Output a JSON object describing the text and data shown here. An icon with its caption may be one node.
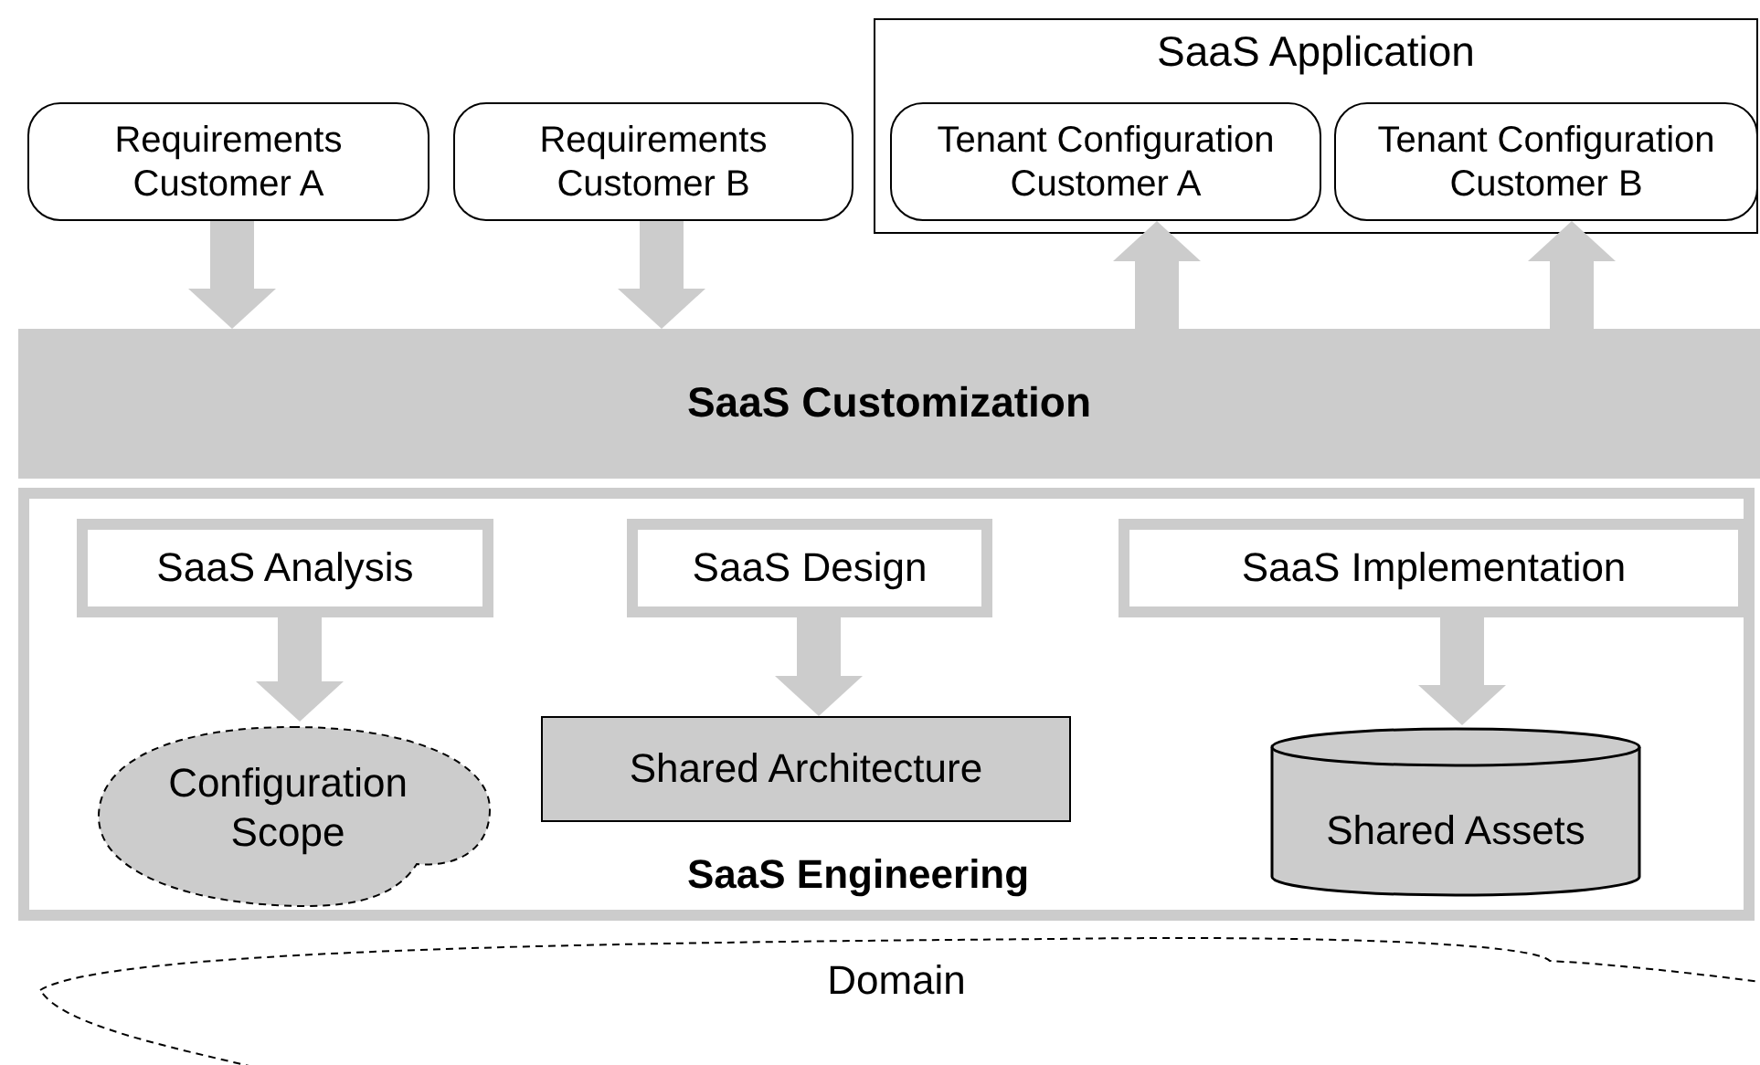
{
  "diagram": {
    "nodes": [
      {
        "text": [
          "Requirements Customer A"
        ]
      },
      {
        "text": [
          "Requirements Customer B"
        ]
      },
      {
        "text": [
          "SaaS Application"
        ]
      },
      {
        "text": [
          "Tenant Configuration Customer A"
        ],
        "in": 2
      },
      {
        "text": [
          "Tenant Configuration Customer B"
        ],
        "in": 2
      },
      {
        "text": [
          "SaaS Customization"
        ]
      },
      {
        "text": [
          "SaaS Engineering"
        ]
      },
      {
        "text": [
          "SaaS Analysis"
        ],
        "in": 6
      },
      {
        "text": [
          "SaaS Design"
        ],
        "in": 6
      },
      {
        "text": [
          "SaaS Implementation"
        ],
        "in": 6
      },
      {
        "text": [
          "Configuration Scope"
        ],
        "in": 6
      },
      {
        "text": [
          "Shared Architecture"
        ],
        "in": 6
      },
      {
        "text": [
          "Shared Assets"
        ],
        "in": 6
      },
      {
        "text": [
          "Domain"
        ]
      }
    ],
    "edges": [
      {
        "from": 0,
        "to": 5,
        "arrow": "to"
      },
      {
        "from": 1,
        "to": 5,
        "arrow": "to"
      },
      {
        "from": 5,
        "to": 3,
        "arrow": "to"
      },
      {
        "from": 5,
        "to": 4,
        "arrow": "to"
      },
      {
        "from": 7,
        "to": 10,
        "arrow": "to"
      },
      {
        "from": 8,
        "to": 11,
        "arrow": "to"
      },
      {
        "from": 9,
        "to": 12,
        "arrow": "to"
      }
    ]
  }
}
